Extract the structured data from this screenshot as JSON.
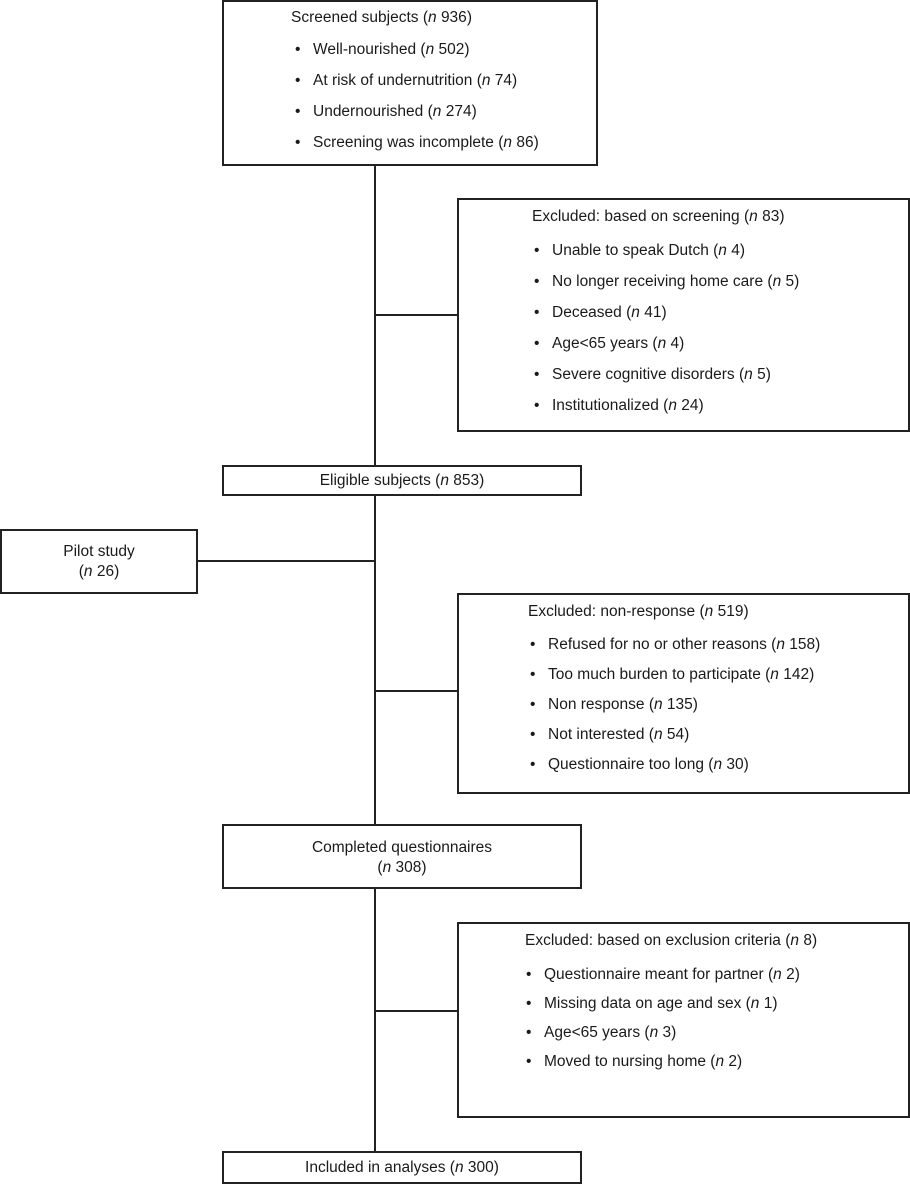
{
  "screened": {
    "title": "Screened subjects",
    "count": "936",
    "items": [
      {
        "label": "Well-nourished",
        "n": "502"
      },
      {
        "label": "At risk of undernutrition",
        "n": "74"
      },
      {
        "label": "Undernourished",
        "n": "274"
      },
      {
        "label": "Screening was incomplete",
        "n": "86"
      }
    ]
  },
  "excluded_screening": {
    "title": "Excluded: based on screening",
    "count": "83",
    "items": [
      {
        "label": "Unable to speak Dutch",
        "n": "4"
      },
      {
        "label": "No longer receiving home care",
        "n": "5"
      },
      {
        "label": "Deceased",
        "n": "41"
      },
      {
        "label": "Age<65 years",
        "n": "4"
      },
      {
        "label": "Severe cognitive disorders",
        "n": "5"
      },
      {
        "label": "Institutionalized",
        "n": "24"
      }
    ]
  },
  "eligible": {
    "title": "Eligible subjects",
    "count": "853"
  },
  "pilot": {
    "title": "Pilot study",
    "count": "26"
  },
  "excluded_nonresponse": {
    "title": "Excluded: non-response",
    "count": "519",
    "items": [
      {
        "label": "Refused for no or other reasons",
        "n": "158"
      },
      {
        "label": "Too much burden to participate",
        "n": "142"
      },
      {
        "label": "Non response",
        "n": "135"
      },
      {
        "label": "Not interested",
        "n": "54"
      },
      {
        "label": "Questionnaire too long",
        "n": "30"
      }
    ]
  },
  "completed": {
    "title": "Completed questionnaires",
    "count": "308"
  },
  "excluded_criteria": {
    "title": "Excluded: based on exclusion criteria",
    "count": "8",
    "items": [
      {
        "label": "Questionnaire meant for partner",
        "n": "2"
      },
      {
        "label": "Missing data on age and sex",
        "n": "1"
      },
      {
        "label": "Age<65 years",
        "n": "3"
      },
      {
        "label": "Moved to nursing home",
        "n": "2"
      }
    ]
  },
  "included": {
    "title": "Included in analyses",
    "count": "300"
  },
  "n_symbol": "n"
}
